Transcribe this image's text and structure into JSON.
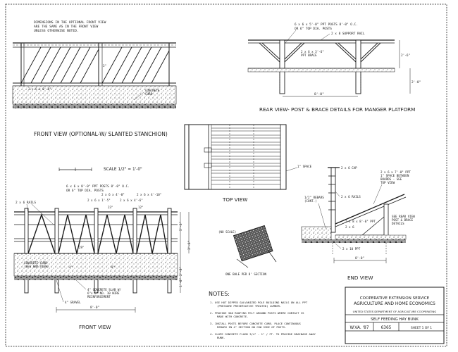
{
  "sheet": {
    "top_note": [
      "DIMENSIONS IN THE OPTIONAL FRONT VIEW",
      "ARE THE SAME AS IN THE FRONT VIEW",
      "UNLESS OTHERWISE NOTED."
    ],
    "scale_text": "SCALE  1/2\" = 1'-0\""
  },
  "front_view_optional": {
    "title": "FRONT VIEW (OPTIONAL-W/ SLANTED STANCHION)",
    "rail_label": "2 x 6 x 8'-0\"",
    "curb_label": [
      "CONCRETE",
      "CURB"
    ],
    "dim_3": "3\""
  },
  "rear_view": {
    "title": "REAR VIEW- POST & BRACE DETAILS FOR MANGER PLATFORM",
    "posts_label": [
      "6 x 6 x 5'-0\" PPT POSTS  8'-0\" O.C.",
      "OR 6\" TOP DIA. POSTS"
    ],
    "support_rail": "2 x 8  SUPPORT RAIL",
    "brace_label": [
      "2 x 6 x 3'-6\"",
      "PPT BRACE"
    ],
    "dim_span": "8'-0\"",
    "dim_height": "2'-6\"",
    "dim_depth": "2'-0\""
  },
  "top_view": {
    "title": "TOP VIEW",
    "space_label": "1\" SPACE"
  },
  "front_view": {
    "title": "FRONT VIEW",
    "rails_left": "2 x 6 RAILS",
    "posts_label": [
      "6 x 6 x 8'-0\"  PPT POSTS  8'-0\" O.C.",
      "OR 6\" TOP DIA. POSTS"
    ],
    "rail_top": "2 x 6 x 4'-0\"",
    "rail_right": "2 x 6 x 4'-10\"",
    "rail_mid": "2 x 6 x 1'-5\"",
    "rail_mid2": "2 x 6 x 4'-6\"",
    "dim_23": "23\"",
    "dim_12": "12\"",
    "dim_29": "29\"",
    "dim_4": "4\"",
    "dim_8": "8\"",
    "dim_span": "8'-0\"",
    "dim_h1": "5'-6\"",
    "dim_h2": "3'-6\"",
    "dim_h3": "2'-0\"",
    "dim_h4": "1'-0\"",
    "curb_label": [
      "CONCRETE CURB",
      "(SEE END VIEW)"
    ],
    "slab_label": [
      "4\" CONCRETE SLAB W/",
      "6\"x 6\" NO. 10 WIRE",
      "REINFORCEMENT"
    ],
    "gravel_label": "4\" GRAVEL"
  },
  "bale_section": {
    "no_scale": "(NO SCALE)",
    "caption": "ONE BALE PER 8' SECTION"
  },
  "end_view": {
    "title": "END VIEW",
    "cap_label": "2 x 6  CAP",
    "rails_label": "2 x 6 RAILS",
    "rebars_label": [
      "1/2\" REBARS",
      "(CONT.)"
    ],
    "ppt_label": [
      "2 x 6 x 7'-0\" PPT",
      "1\" SPACE BETWEEN",
      "BOARDS - SEE",
      "TOP VIEW"
    ],
    "rear_ref": [
      "SEE REAR VIEW",
      "POST & BRACE",
      "DETAILS"
    ],
    "rail_28": "2 x 8 x 8'-0\" PPT",
    "rail_26": "2 x 6",
    "post_label": "2 x 10  PPT",
    "dim_span": "8'-0\""
  },
  "notes": {
    "heading": "NOTES:",
    "items": [
      "1.  USE HOT DIPPED GALVANIZED POLE BUILDING NAILS ON ALL PPT\n     (PRESSURE PRESERVATIVE TREATED) LUMBER.",
      "2.  PROVIDE 30# ROOFING FELT AROUND POSTS WHERE CONTACT IS\n     MADE WITH CONCRETE.",
      "3.  INSTALL POSTS BEFORE CONCRETE CURB.  PLACE CONTINUOUS\n     REBARS IN 4\" SECTION ON COW SIDE OF POSTS.",
      "4.  SLOPE CONCRETE FLOOR 3/4\" - 1\" / FT. TO PROVIDE DRAINAGE AWAY\n     BUNK."
    ]
  },
  "title_block": {
    "org1": "COOPERATIVE EXTENSION SERVICE",
    "org2": "AGRICULTURE AND HOME ECONOMICS",
    "org3": "UNITED STATES DEPARTMENT OF AGRICULTURE COOPERATING",
    "title": "SELF  FEEDING  HAY  BUNK",
    "code": "W.VA. '87",
    "number": "6365",
    "sheet": "SHEET  1  OF  1"
  }
}
